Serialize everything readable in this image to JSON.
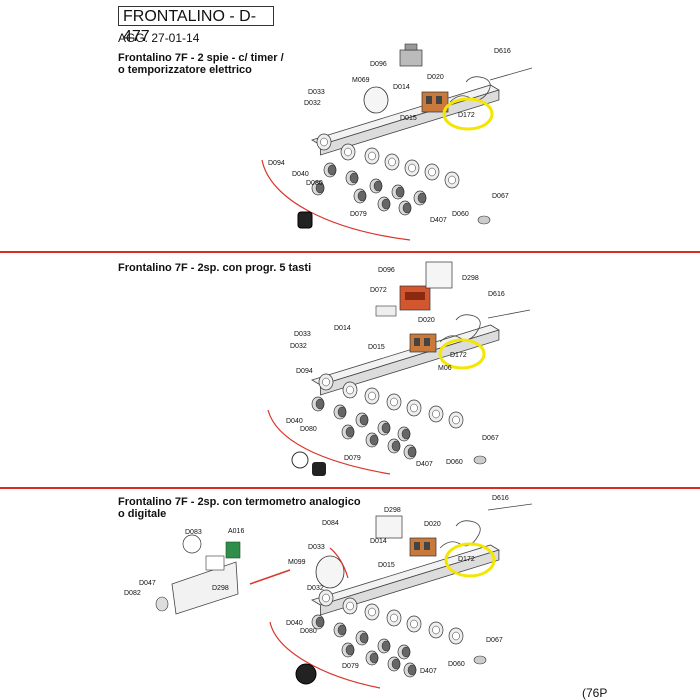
{
  "header": {
    "title": "FRONTALINO - D-477",
    "updated": "AGG. 27-01-14"
  },
  "page_number": "(76P",
  "colors": {
    "divider": "#e02a1f",
    "highlight": "#f3e600",
    "connector": "#d9352b"
  },
  "sections": [
    {
      "title_line1": "Frontalino 7F - 2 spie  - c/ timer /",
      "title_line2": "o temporizzatore elettrico",
      "parts": {
        "d096": "D096",
        "d616": "D616",
        "m069": "M069",
        "d014": "D014",
        "d020": "D020",
        "d033": "D033",
        "d032": "D032",
        "d015": "D015",
        "d172": "D172",
        "d094": "D094",
        "d040": "D040",
        "d080": "D080",
        "d067": "D067",
        "d079": "D079",
        "d407": "D407",
        "d060": "D060"
      }
    },
    {
      "title_line1": "Frontalino 7F - 2sp. con progr. 5 tasti",
      "title_line2": "",
      "parts": {
        "d096": "D096",
        "d298": "D298",
        "d072": "D072",
        "d616": "D616",
        "d014": "D014",
        "d020": "D020",
        "d033": "D033",
        "d032": "D032",
        "d015": "D015",
        "d172": "D172",
        "d094": "D094",
        "d040": "D040",
        "d080": "D080",
        "d067": "D067",
        "d079": "D079",
        "d407": "D407",
        "d060": "D060",
        "m06": "M06"
      }
    },
    {
      "title_line1": "Frontalino 7F - 2sp. con termometro analogico",
      "title_line2": "o digitale",
      "parts": {
        "d298a": "D298",
        "d616": "D616",
        "d084": "D084",
        "d020": "D020",
        "d083": "D083",
        "a016": "A016",
        "d033": "D033",
        "d014": "D014",
        "m099": "M099",
        "d015": "D015",
        "d172": "D172",
        "d047": "D047",
        "d082": "D082",
        "d298b": "D298",
        "d032": "D032",
        "d040": "D040",
        "d080": "D080",
        "d067": "D067",
        "d079": "D079",
        "d407": "D407",
        "d060": "D060"
      }
    }
  ]
}
